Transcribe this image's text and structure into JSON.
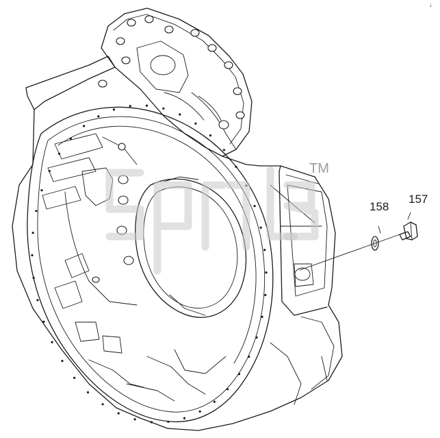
{
  "diagram": {
    "callouts": [
      {
        "id": "callout-157",
        "label": "157"
      },
      {
        "id": "callout-158",
        "label": "158"
      }
    ],
    "watermark_mark": "TM",
    "corner_mark": "↓"
  },
  "colors": {
    "line": "#1a1a1a",
    "watermark": "#c9c9c9",
    "background": "#ffffff"
  }
}
